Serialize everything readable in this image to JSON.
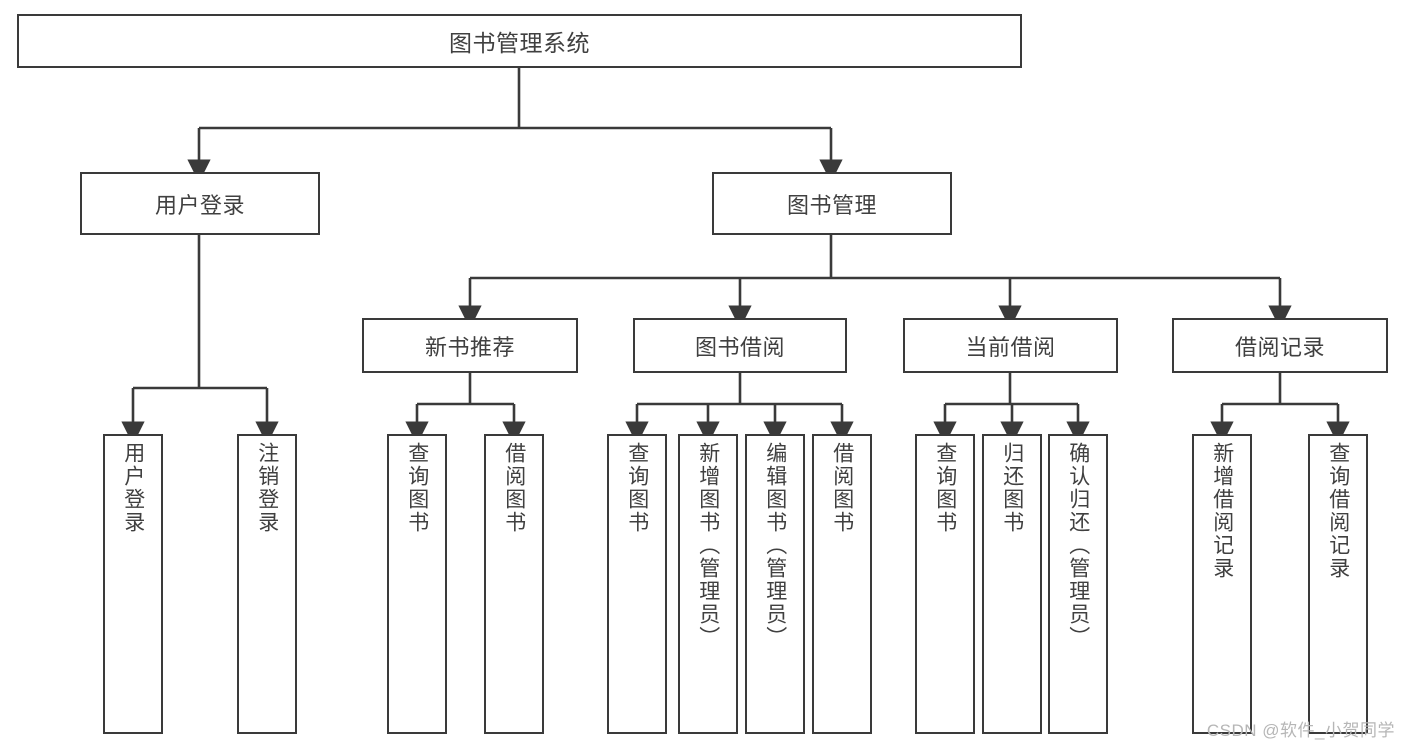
{
  "diagram": {
    "type": "tree",
    "title": "图书管理系统",
    "watermark": "CSDN @软件_小贺同学",
    "colors": {
      "border": "#3a3a3a",
      "text": "#404040",
      "background": "#ffffff",
      "watermark": "#b6b6b6"
    },
    "levels": {
      "root": {
        "label": "图书管理系统"
      },
      "level2": [
        {
          "label": "用户登录"
        },
        {
          "label": "图书管理"
        }
      ],
      "level3": [
        {
          "label": "新书推荐"
        },
        {
          "label": "图书借阅"
        },
        {
          "label": "当前借阅"
        },
        {
          "label": "借阅记录"
        }
      ],
      "leaves": [
        {
          "label": "用户登录",
          "parent": "用户登录"
        },
        {
          "label": "注销登录",
          "parent": "用户登录"
        },
        {
          "label": "查询图书",
          "parent": "新书推荐"
        },
        {
          "label": "借阅图书",
          "parent": "新书推荐"
        },
        {
          "label": "查询图书",
          "parent": "图书借阅"
        },
        {
          "label": "新增图书（管理员）",
          "parent": "图书借阅"
        },
        {
          "label": "编辑图书（管理员）",
          "parent": "图书借阅"
        },
        {
          "label": "借阅图书",
          "parent": "图书借阅"
        },
        {
          "label": "查询图书",
          "parent": "当前借阅"
        },
        {
          "label": "归还图书",
          "parent": "当前借阅"
        },
        {
          "label": "确认归还（管理员）",
          "parent": "当前借阅"
        },
        {
          "label": "新增借阅记录",
          "parent": "借阅记录"
        },
        {
          "label": "查询借阅记录",
          "parent": "借阅记录"
        }
      ]
    }
  }
}
